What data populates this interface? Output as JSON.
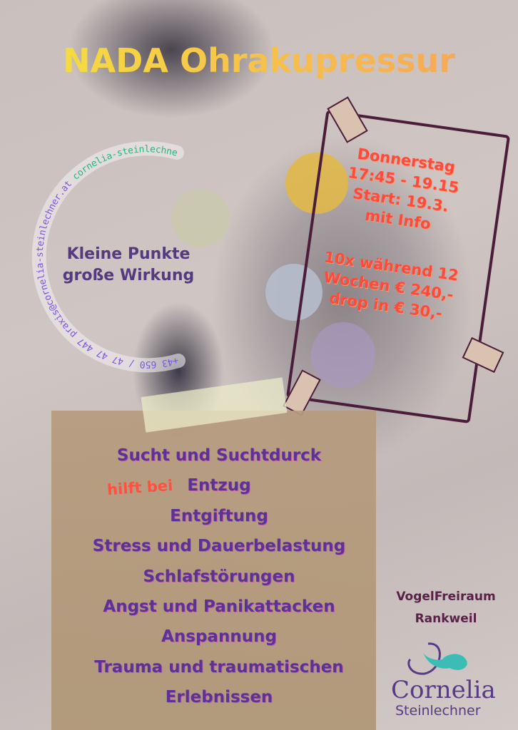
{
  "title": "NADA Ohrakupressur",
  "arc": {
    "phone": "+43 650 / 47 47 447",
    "email": "praxis@cornelia-steinlechner.at",
    "url": "cornelia-steinlechner.at/nada/"
  },
  "tagline": [
    "Kleine Punkte",
    "große Wirkung"
  ],
  "schedule": [
    "Donnerstag",
    "17:45 - 19.15",
    "Start: 19.3.",
    "mit Info"
  ],
  "pricing": [
    "10x während 12",
    "Wochen € 240,-",
    "drop in € 30,-"
  ],
  "helps_label": "hilft bei",
  "indications": [
    "Sucht und Suchtdurck",
    "Entzug",
    "Entgiftung",
    "Stress und Dauerbelastung",
    "Schlafstörungen",
    "Angst und Panikattacken",
    "Anspannung",
    "Trauma und traumatischen",
    "Erlebnissen"
  ],
  "venue": [
    "VogelFreiraum",
    "Rankweil"
  ],
  "logo": {
    "name": "Cornelia",
    "surname": "Steinlechner"
  },
  "colors": {
    "title": "#f5c84a",
    "purple": "#5b3394",
    "coral": "#ff4a3d",
    "teal": "#3bbcb4"
  }
}
